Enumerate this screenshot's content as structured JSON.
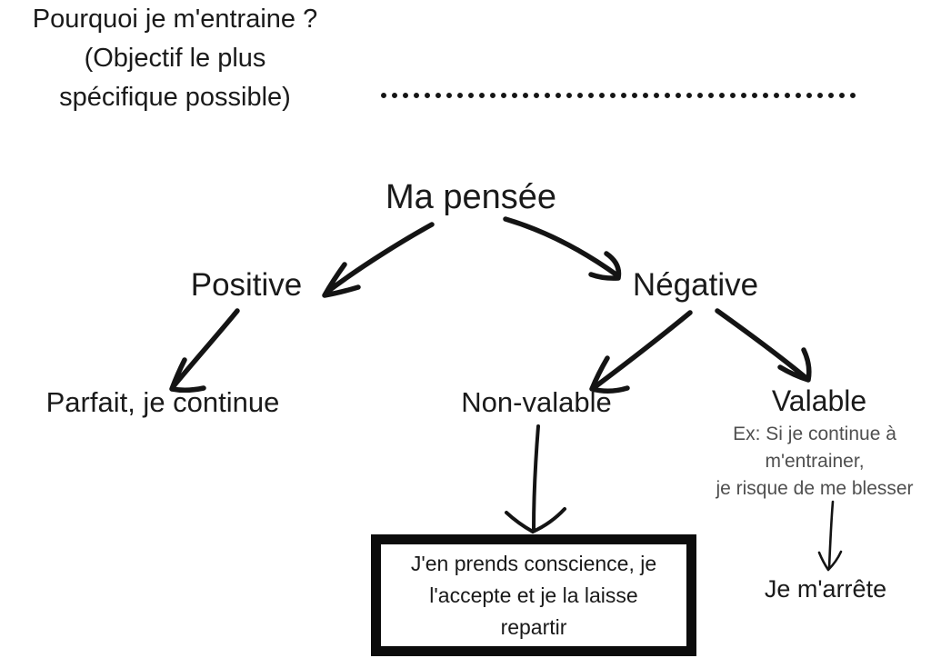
{
  "colors": {
    "background": "#ffffff",
    "text": "#1a1a1a",
    "muted_text": "#4f4f4f",
    "line": "#141414",
    "box_border": "#0c0c0c"
  },
  "diagram": {
    "question": {
      "lines": [
        "Pourquoi je m'entraine ?",
        "(Objectif le plus",
        "spécifique possible)"
      ]
    },
    "root_label": "Ma pensée",
    "branches": {
      "positive": {
        "label": "Positive",
        "outcome": "Parfait, je continue"
      },
      "negative": {
        "label": "Négative",
        "non_valable": {
          "label": "Non-valable",
          "action": "J'en prends conscience, je l'accepte et je la laisse repartir"
        },
        "valable": {
          "label": "Valable",
          "example_lines": [
            "Ex: Si je continue à",
            "m'entrainer,",
            "je risque de me blesser"
          ],
          "action": "Je m'arrête"
        }
      }
    }
  }
}
